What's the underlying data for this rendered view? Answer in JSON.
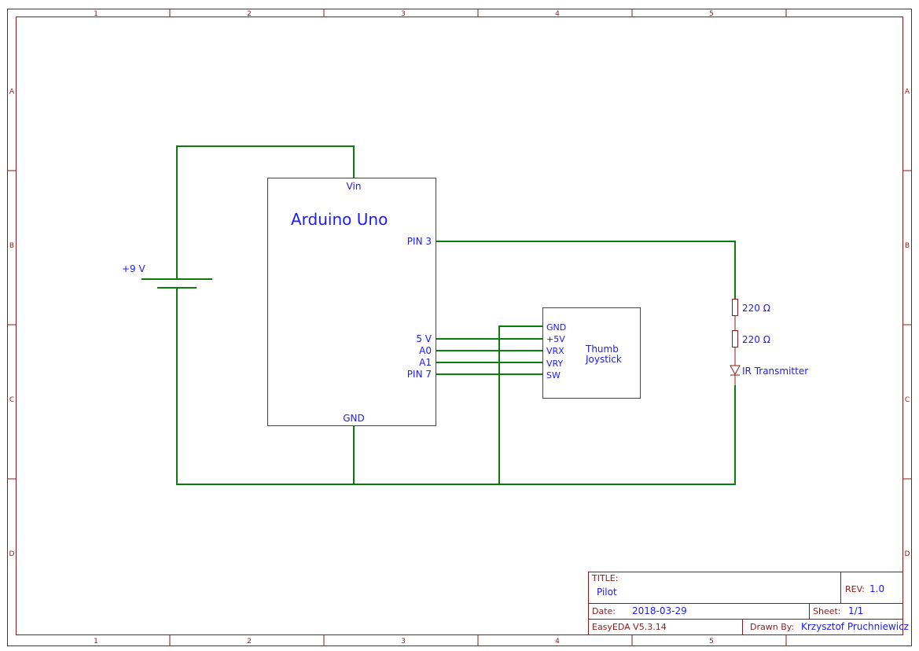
{
  "frame": {
    "columns": [
      "1",
      "2",
      "3",
      "4",
      "5"
    ],
    "rows": [
      "A",
      "B",
      "C",
      "D"
    ]
  },
  "arduino": {
    "name": "Arduino Uno",
    "pins": {
      "vin": "Vin",
      "pin3": "PIN 3",
      "v5": "5 V",
      "a0": "A0",
      "a1": "A1",
      "pin7": "PIN 7",
      "gnd": "GND"
    }
  },
  "battery": {
    "label": "+9 V"
  },
  "joystick": {
    "name_line1": "Thumb",
    "name_line2": "Joystick",
    "pins": {
      "gnd": "GND",
      "v5": "+5V",
      "vrx": "VRX",
      "vry": "VRY",
      "sw": "SW"
    }
  },
  "resistors": [
    {
      "label": "220 Ω"
    },
    {
      "label": "220 Ω"
    }
  ],
  "ir_led": {
    "label": "IR Transmitter"
  },
  "title_block": {
    "title_label": "TITLE:",
    "title": "Pilot",
    "rev_label": "REV:",
    "rev": "1.0",
    "date_label": "Date:",
    "date": "2018-03-29",
    "sheet_label": "Sheet:",
    "sheet": "1/1",
    "software": "EasyEDA V5.3.14",
    "drawn_by_label": "Drawn By:",
    "drawn_by": "Krzysztof Pruchniewicz"
  },
  "colors": {
    "frame": "#8b1a1a",
    "wire": "#0a7d0a",
    "text": "#1a1aff",
    "component_outline": "#444444"
  }
}
